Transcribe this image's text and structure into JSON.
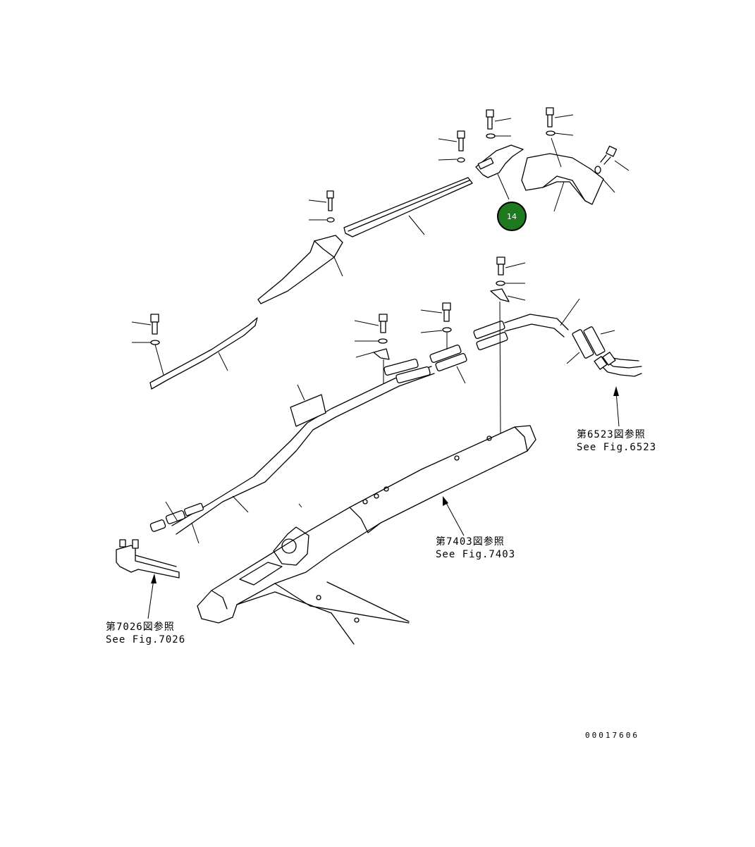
{
  "diagram": {
    "callout": {
      "label": "14",
      "color": "#1f7a1f",
      "ring": "#000000"
    },
    "references": [
      {
        "id": "fig6523",
        "jp": "第6523図参照",
        "en": "See Fig.6523"
      },
      {
        "id": "fig7403",
        "jp": "第7403図参照",
        "en": "See Fig.7403"
      },
      {
        "id": "fig7026",
        "jp": "第7026図参照",
        "en": "See Fig.7026"
      }
    ],
    "doc_number": "00017606"
  }
}
